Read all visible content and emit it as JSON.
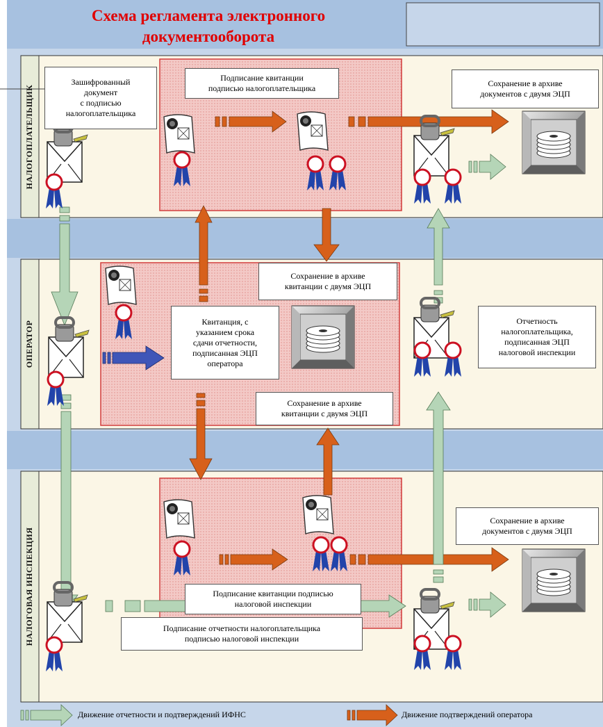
{
  "title": {
    "line1": "Схема регламента электронного",
    "line2": "документооборота"
  },
  "lanes": {
    "taxpayer": "НАЛОГОПЛАТЕЛЬЩИК",
    "operator": "ОПЕРАТОР",
    "inspection": "НАЛОГОВАЯ ИНСПЕКЦИЯ"
  },
  "labels": {
    "encrypted_doc": "Зашифрованный\nдокумент\nс подписью\nналогоплательщика",
    "sign_receipt_taxpayer": "Подписание квитанции\nподписью налогоплательщика",
    "archive_taxpayer": "Сохранение в архиве\nдокументов с двумя ЭЦП",
    "archive_operator_top": "Сохранение в архиве\nквитанции с двумя ЭЦП",
    "receipt_operator": "Квитанция, с\nуказанием срока\nсдачи отчетности,\nподписанная ЭЦП\nоператора",
    "archive_operator_bottom": "Сохранение в архиве\nквитанции с двумя ЭЦП",
    "report_signed_inspection": "Отчетность\nналогоплательщика,\nподписанная ЭЦП\nналоговой инспекции",
    "archive_inspection": "Сохранение в архиве\nдокументов с двумя ЭЦП",
    "sign_receipt_inspection": "Подписание квитанции подписью\nналоговой инспекции",
    "sign_report_inspection": "Подписание отчетности налогоплательщика\nподписью налоговой инспекции"
  },
  "legend": {
    "green": "Движение отчетности и подтверждений ИФНС",
    "orange": "Движение подтверждений оператора"
  },
  "colors": {
    "background": "#c6d6ea",
    "band": "#a7c1e0",
    "lane_fill": "#fbf6e6",
    "red_zone": "#f2c9c9",
    "red_zone_border": "#d23c3c",
    "orange_arrow": "#d7601b",
    "green_arrow": "#b5d5b7",
    "blue_arrow": "#3f56b8",
    "title": "#e00000",
    "seal_red": "#cc1122",
    "ribbon_blue": "#2244aa"
  }
}
